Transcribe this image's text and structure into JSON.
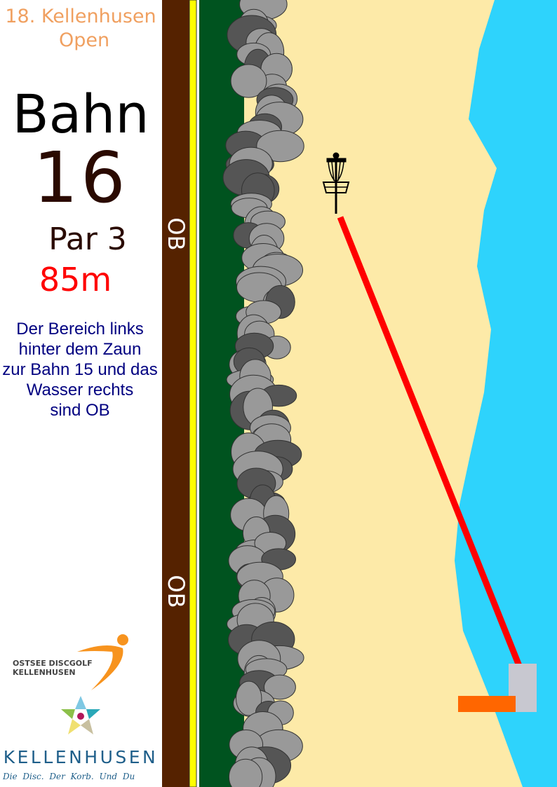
{
  "event": {
    "line1": "18. Kellenhusen",
    "line2": "Open"
  },
  "hole": {
    "label": "Bahn",
    "number": "16",
    "par": "Par 3",
    "distance": "85m"
  },
  "description": [
    "Der Bereich links",
    "hinter dem Zaun",
    "zur Bahn 15 und das",
    "Wasser rechts",
    "sind OB"
  ],
  "ob_labels": [
    "OB",
    "OB"
  ],
  "logos": {
    "club_line1": "OSTSEE DISCGOLF",
    "club_line2": "KELLENHUSEN",
    "town": "KELLENHUSEN",
    "slogan": "Die Disc.  Der Korb.  Und Du"
  },
  "colors": {
    "sand": "#fdeaa8",
    "water": "#2ed3fc",
    "grass": "#00531f",
    "fence": "#552200",
    "line": "#ffff00",
    "fairway": "#ff0000",
    "tee": "#c8c8d0",
    "tee_mat": "#ff6600"
  }
}
